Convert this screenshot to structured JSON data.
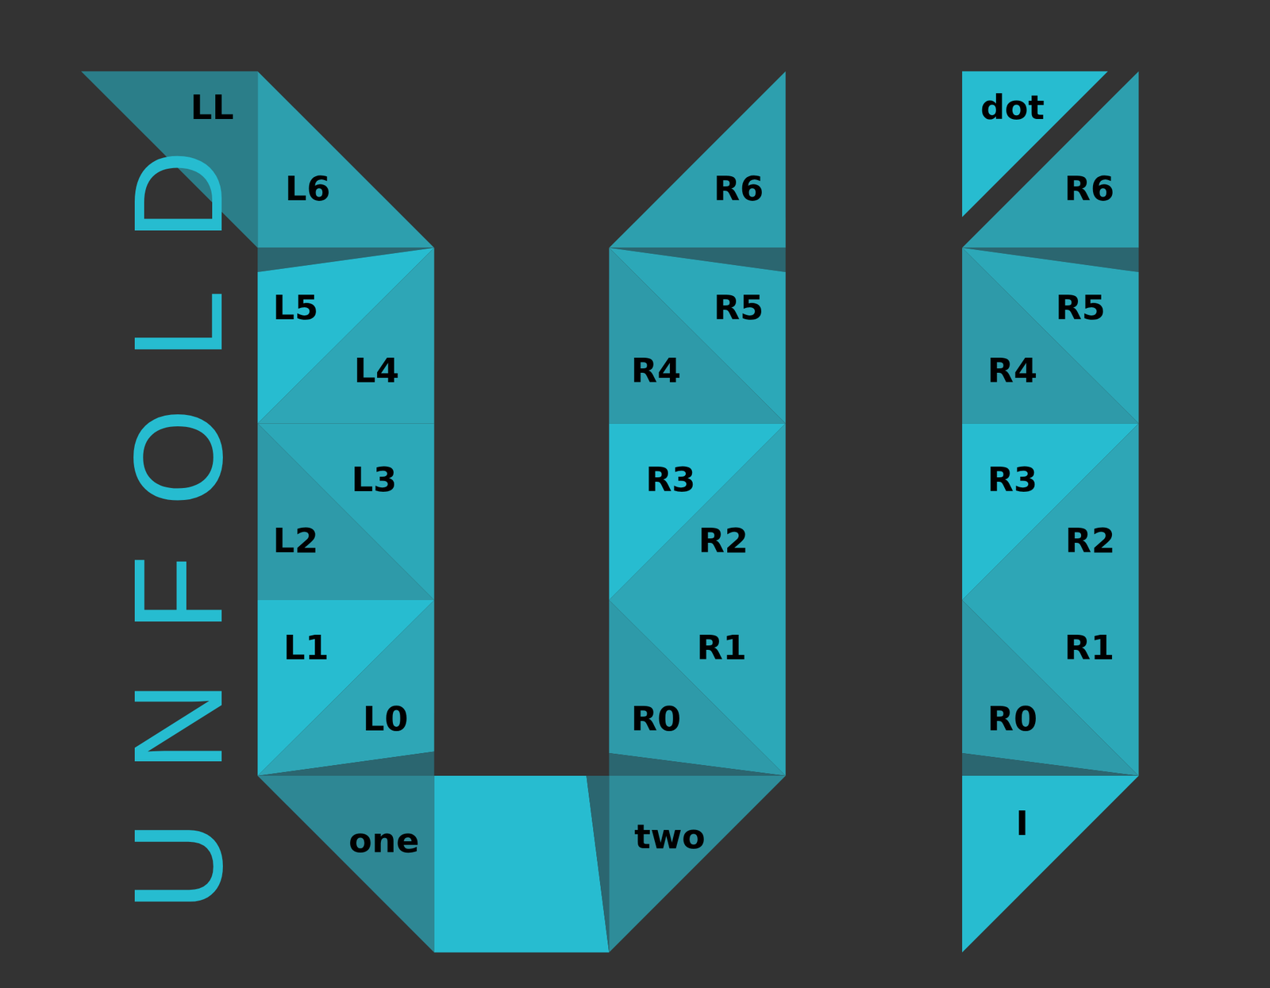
{
  "diagram": {
    "labels": [
      "UNFOLD",
      "LL",
      "L6",
      "L5",
      "L4",
      "L3",
      "L2",
      "L1",
      "L0",
      "one",
      "two",
      "R6",
      "R5",
      "R4",
      "R3",
      "R2",
      "R1",
      "R0",
      "dot",
      "R6",
      "R5",
      "R4",
      "R3",
      "R2",
      "R1",
      "R0",
      "I"
    ]
  }
}
